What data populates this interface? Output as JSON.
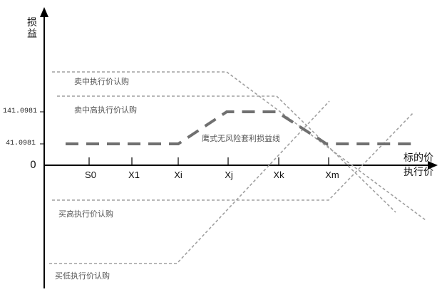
{
  "axes": {
    "y_title_chars": [
      "损",
      "益"
    ],
    "x_title_line1": "标的价",
    "x_title_line2": "执行价",
    "origin": "0",
    "y_ticks": [
      "141.0981",
      "41.0981"
    ],
    "x_ticks": [
      "S0",
      "X1",
      "Xi",
      "Xj",
      "Xk",
      "Xm"
    ]
  },
  "series_labels": {
    "sell_mid_call": "卖中执行价认购",
    "sell_midhigh_call": "卖中高执行价认购",
    "condor_profit": "鹰式无风险套利损益线",
    "buy_high_call": "买高执行价认购",
    "buy_low_call": "买低执行价认购"
  },
  "colors": {
    "axis": "#000000",
    "option_lines": "#a0a0a0",
    "profit_line": "#707070"
  }
}
